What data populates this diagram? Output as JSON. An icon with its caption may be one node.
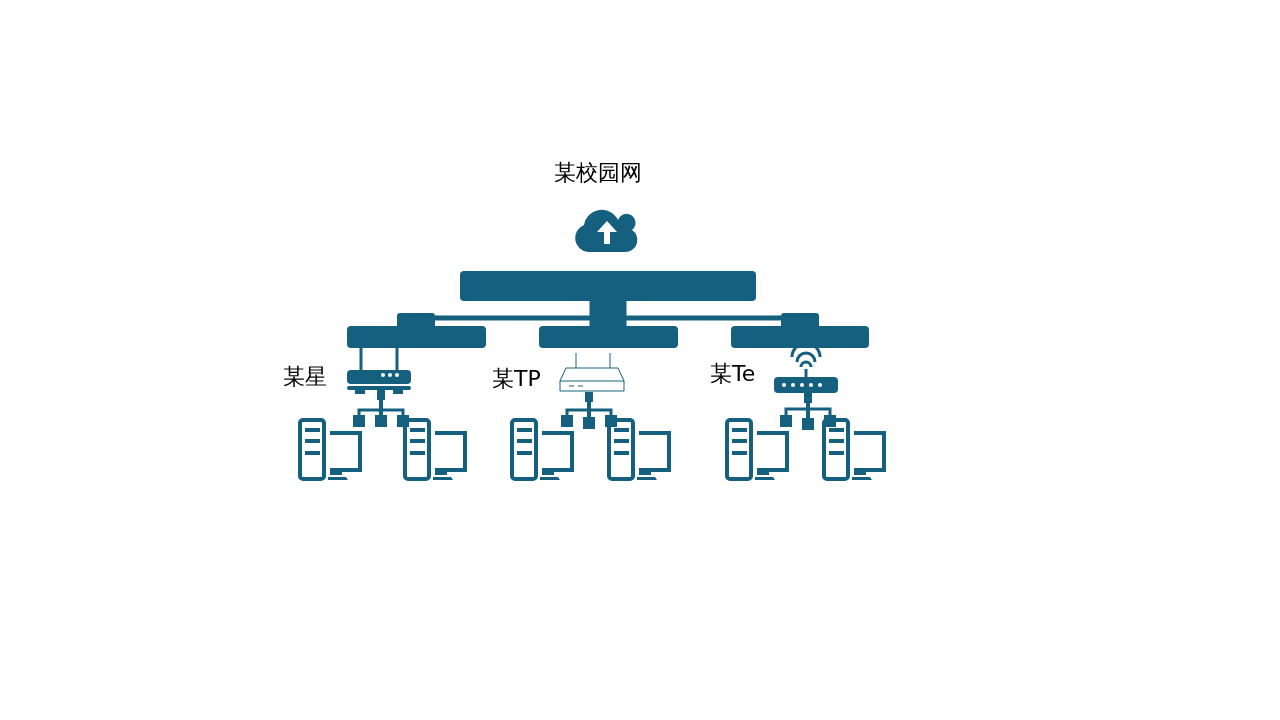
{
  "diagram": {
    "nodes": [
      {
        "text": [
          "某校园网"
        ]
      },
      {
        "text": [],
        "shape": "bar"
      },
      {
        "text": [],
        "shape": "bar"
      },
      {
        "text": [],
        "shape": "bar"
      },
      {
        "text": [],
        "shape": "bar"
      },
      {
        "text": [
          "某星"
        ]
      },
      {
        "text": [
          "某TP"
        ]
      },
      {
        "text": [
          "某Te"
        ]
      },
      {
        "text": [],
        "shape": "picture"
      },
      {
        "text": [],
        "shape": "picture"
      },
      {
        "text": [],
        "shape": "picture"
      },
      {
        "text": [],
        "shape": "picture"
      },
      {
        "text": [],
        "shape": "picture"
      },
      {
        "text": [],
        "shape": "picture"
      }
    ],
    "edges": [
      {
        "from": 1,
        "to": 2,
        "arrow": "none"
      },
      {
        "from": 1,
        "to": 3,
        "arrow": "none",
        "style": "thick"
      },
      {
        "from": 1,
        "to": 4,
        "arrow": "none"
      },
      {
        "from": 2,
        "to": 5,
        "arrow": "none"
      },
      {
        "from": 5,
        "to": 8,
        "arrow": "other"
      },
      {
        "from": 5,
        "to": 9,
        "arrow": "other"
      },
      {
        "from": 6,
        "to": 10,
        "arrow": "other"
      },
      {
        "from": 6,
        "to": 11,
        "arrow": "other"
      },
      {
        "from": 7,
        "to": 12,
        "arrow": "other"
      },
      {
        "from": 7,
        "to": 13,
        "arrow": "other"
      }
    ]
  }
}
